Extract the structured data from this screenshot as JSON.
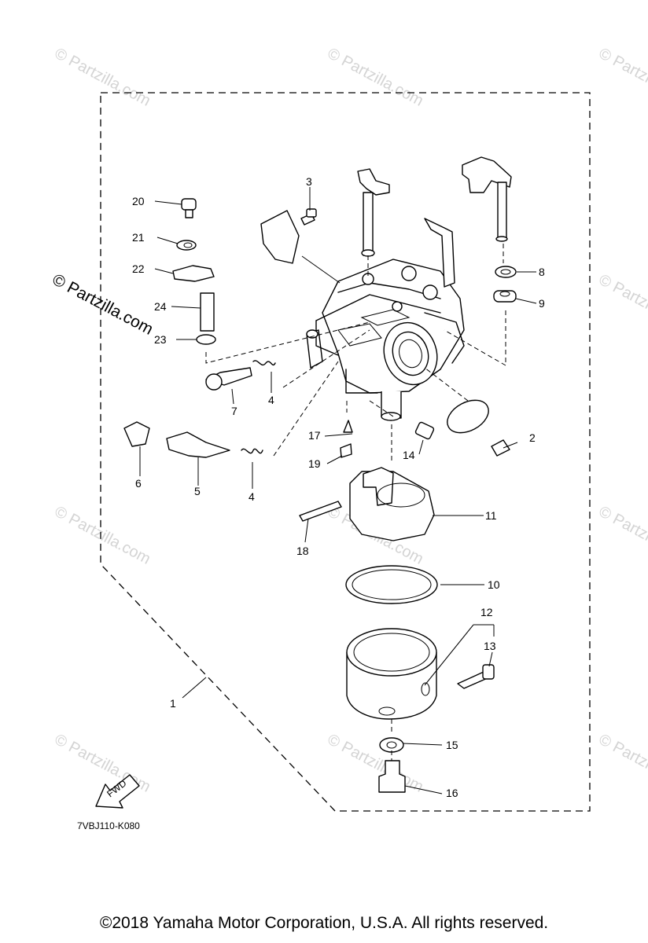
{
  "watermark": {
    "text": "© Partzilla.com",
    "prominent_text": "© Partzilla.com"
  },
  "diagram": {
    "code": "7VBJ110-K080",
    "fwd_label": "FWD"
  },
  "callouts": {
    "c1": "1",
    "c2": "2",
    "c3": "3",
    "c4a": "4",
    "c4b": "4",
    "c5": "5",
    "c6": "6",
    "c7": "7",
    "c8": "8",
    "c9": "9",
    "c10": "10",
    "c11": "11",
    "c12": "12",
    "c13": "13",
    "c14": "14",
    "c15": "15",
    "c16": "16",
    "c17": "17",
    "c18": "18",
    "c19": "19",
    "c20": "20",
    "c21": "21",
    "c22": "22",
    "c23": "23",
    "c24": "24"
  },
  "footer": {
    "copyright": "©2018  Yamaha Motor Corporation, U.S.A. All rights reserved."
  }
}
